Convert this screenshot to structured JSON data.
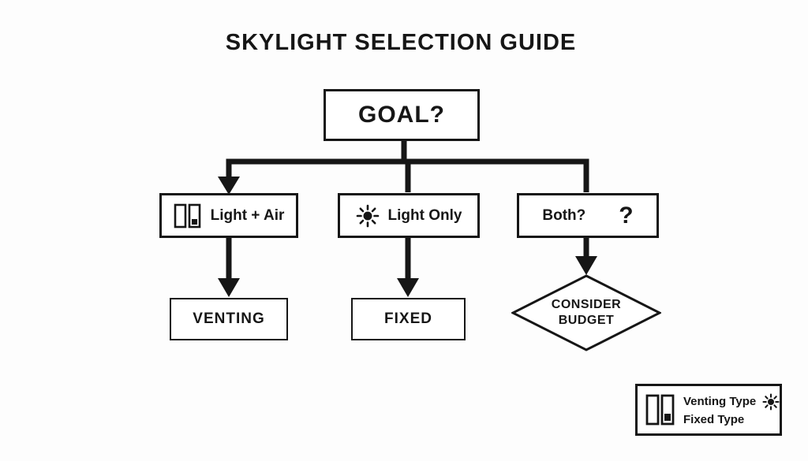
{
  "title": "SKYLIGHT SELECTION GUIDE",
  "flowchart": {
    "goal": {
      "label": "GOAL?"
    },
    "options": [
      {
        "label": "Light + Air",
        "icon": "venting-skylight-icon"
      },
      {
        "label": "Light Only",
        "icon": "sun-icon"
      },
      {
        "label": "Both?",
        "icon": "question-mark",
        "glyph": "?"
      }
    ],
    "results": [
      {
        "label": "VENTING"
      },
      {
        "label": "FIXED"
      }
    ],
    "decision": {
      "line1": "CONSIDER",
      "line2": "BUDGET"
    }
  },
  "legend": {
    "items": [
      {
        "icon": "venting-skylight-icon",
        "label": "Venting Type"
      },
      {
        "icon": "sun-icon",
        "label": "Fixed Type"
      }
    ]
  },
  "colors": {
    "ink": "#161616",
    "background": "#fdfdfd"
  }
}
